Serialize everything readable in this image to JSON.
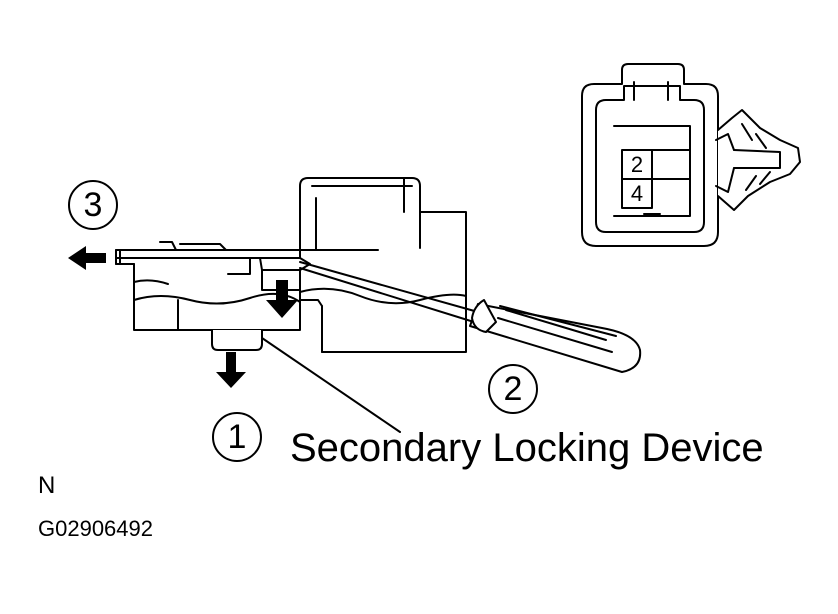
{
  "callouts": {
    "step1": "1",
    "step2": "2",
    "step3": "3"
  },
  "labels": {
    "secondary_locking_device": "Secondary Locking Device",
    "orientation_code": "N",
    "figure_id": "G02906492"
  },
  "connector_face": {
    "pins": [
      "2",
      "4"
    ]
  },
  "colors": {
    "line": "#000000",
    "background": "#ffffff"
  },
  "icons": [
    "arrow-left-icon",
    "arrow-down-icon",
    "screwdriver-icon",
    "connector-face-icon"
  ]
}
